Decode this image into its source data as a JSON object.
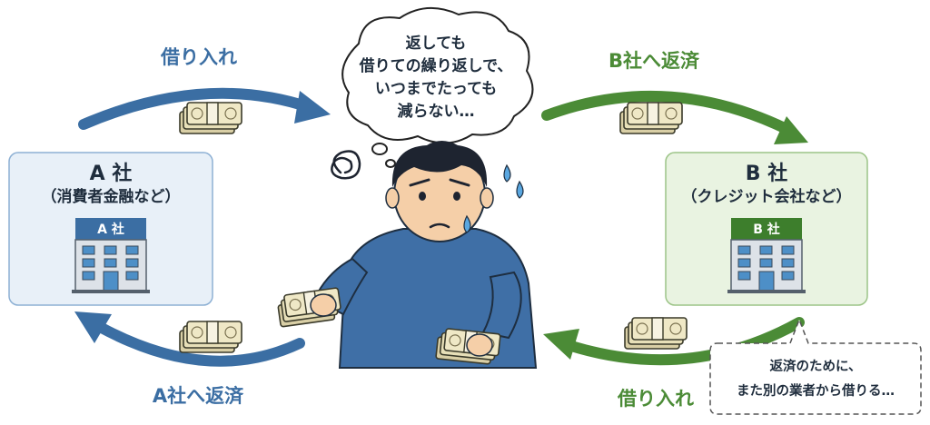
{
  "labels": {
    "top_left": "借り入れ",
    "top_right": "B社へ返済",
    "bottom_left": "A社へ返済",
    "bottom_right": "借り入れ"
  },
  "company_a": {
    "title": "A 社",
    "subtitle": "（消費者金融など）",
    "sign": "A 社"
  },
  "company_b": {
    "title": "B 社",
    "subtitle": "（クレジット会社など）",
    "sign": "B 社"
  },
  "thought_bubble": {
    "lines": [
      "返しても",
      "借りての繰り返しで、",
      "いつまでたっても",
      "減らない…"
    ]
  },
  "note": {
    "lines": [
      "返済のために、",
      "また別の業者から借りる…"
    ]
  },
  "colors": {
    "blue": "#3b6ea3",
    "green": "#4b8b36",
    "company_a_bg": "#e8f0f8",
    "company_b_bg": "#e9f3e1"
  },
  "icons": [
    "money-bundle-icon",
    "building-icon",
    "worried-man",
    "scribble-icon",
    "sweat-drop-icon"
  ]
}
